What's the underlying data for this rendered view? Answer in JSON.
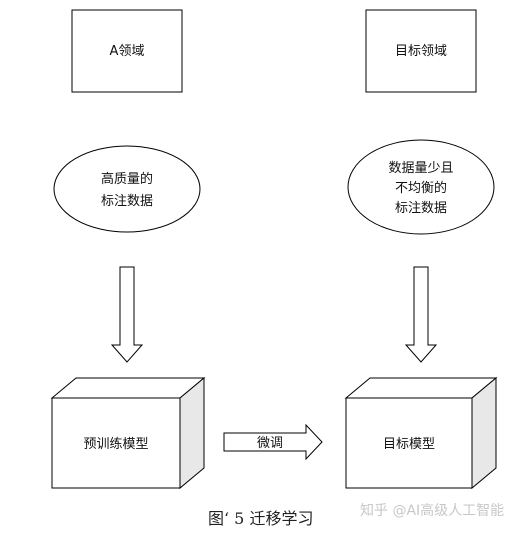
{
  "boxes": {
    "source_domain": "A领域",
    "target_domain": "目标领域"
  },
  "ellipses": {
    "source_data": [
      "高质量的",
      "标注数据"
    ],
    "target_data": [
      "数据量少且",
      "不均衡的",
      "标注数据"
    ]
  },
  "cubes": {
    "pretrained_model": "预训练模型",
    "target_model": "目标模型"
  },
  "arrows": {
    "finetune_label": "微调"
  },
  "caption": {
    "text": "图‘ 5  迁移学习"
  },
  "watermark": {
    "text": "知乎 @AI高级人工智能"
  }
}
